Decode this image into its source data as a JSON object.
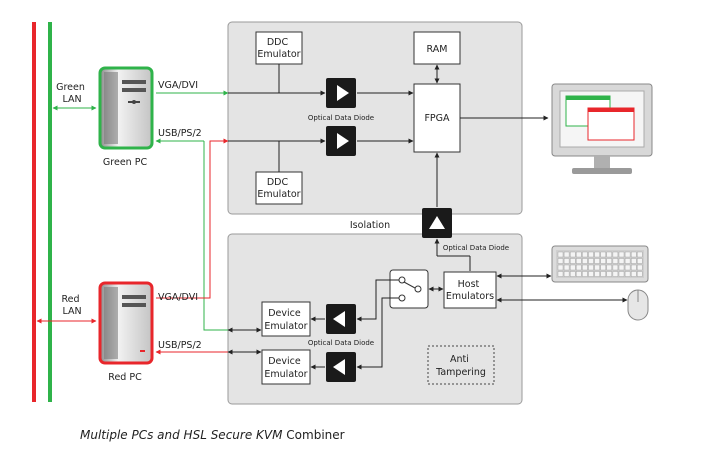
{
  "labels": {
    "green_lan": [
      "Green",
      "LAN"
    ],
    "red_lan": [
      "Red",
      "LAN"
    ],
    "green_pc": "Green PC",
    "red_pc": "Red PC",
    "vga_dvi_green": "VGA/DVI",
    "usb_ps2_green": "USB/PS/2",
    "vga_dvi_red": "VGA/DVI",
    "usb_ps2_red": "USB/PS/2",
    "ddc_emulator": [
      "DDC",
      "Emulator"
    ],
    "ram": "RAM",
    "fpga": "FPGA",
    "optical_data_diode": "Optical Data Diode",
    "isolation": "Isolation",
    "host_emulators": [
      "Host",
      "Emulators"
    ],
    "device_emulator": [
      "Device",
      "Emulator"
    ],
    "anti_tampering": [
      "Anti",
      "Tampering"
    ]
  },
  "caption": {
    "italic": "Multiple PCs and HSL Secure KVM",
    "normal": "Combiner"
  },
  "colors": {
    "green": "#2fb34a",
    "red": "#e8262b",
    "box_fill": "#e4e4e4",
    "box_stroke": "#9a9a9a",
    "dark": "#1a1a1a"
  }
}
